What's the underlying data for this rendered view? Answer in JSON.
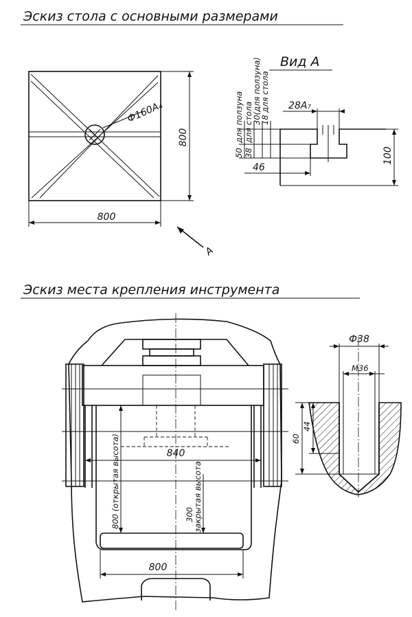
{
  "titles": {
    "table_sketch": "Эскиз стола с основными размерами",
    "tool_sketch": "Эскиз места крепления инструмента"
  },
  "table_view": {
    "width": "800",
    "height": "800",
    "bore": "Ф160А₄",
    "arrow_label": "А"
  },
  "view_a": {
    "title": "Вид А",
    "slot_width": "28А₇",
    "dim_50": "50",
    "note_50": "для ползуна",
    "note_50b": "для стола",
    "dim_38": "38",
    "note_30": "30(для ползуна)",
    "note_18": "18 для стола",
    "dim_46": "46",
    "dim_100": "100"
  },
  "tool_mount": {
    "width_840": "840",
    "open_height": "800 (открытая высота)",
    "closed_dim": "300",
    "closed_text": "закрытая высота",
    "width_800": "800"
  },
  "thread": {
    "diameter": "Ф38",
    "thread_size": "М36",
    "depth_60": "60",
    "depth_44": "44"
  }
}
